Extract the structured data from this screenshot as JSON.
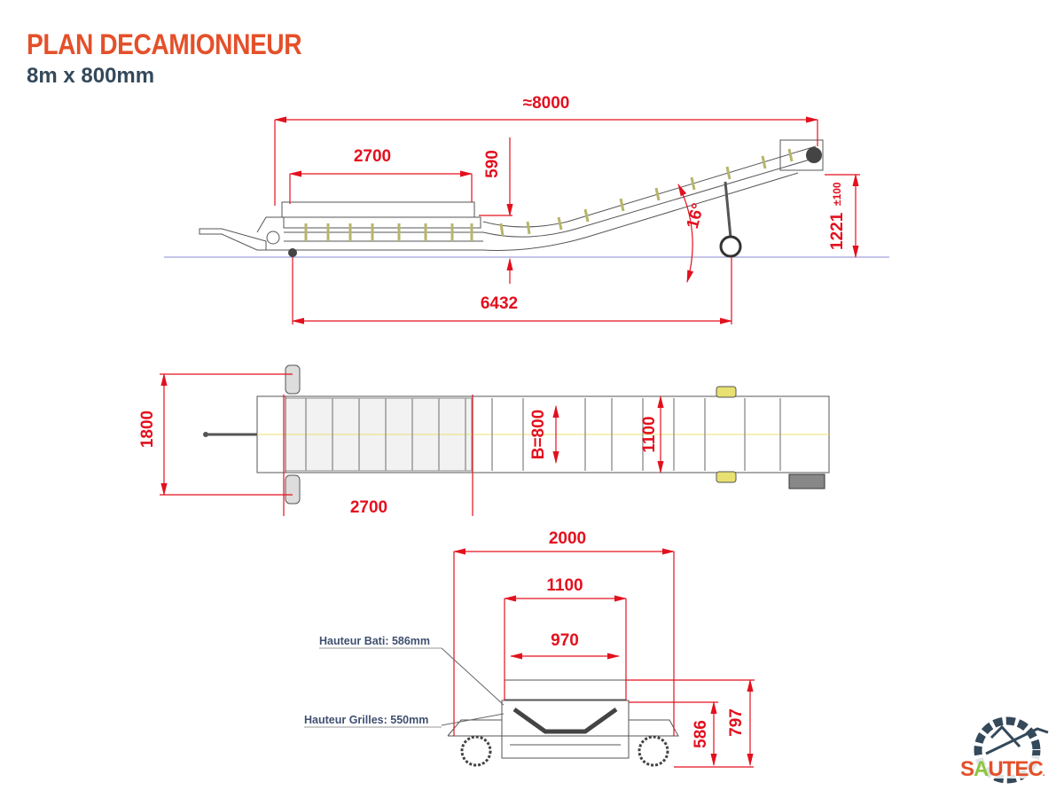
{
  "header": {
    "title": "PLAN DECAMIONNEUR",
    "subtitle": "8m x 800mm"
  },
  "side_view": {
    "overall_length": "≈8000",
    "hopper_length": "2700",
    "hopper_height": "590",
    "discharge_height": "1221",
    "discharge_tolerance": "±100",
    "incline_angle": "16°",
    "axle_distance": "6432"
  },
  "top_view": {
    "overall_width": "1800",
    "grid_length": "2700",
    "belt_width": "B=800",
    "frame_width": "1100"
  },
  "front_view": {
    "overall_width": "2000",
    "frame_width": "1100",
    "inner_width": "970",
    "frame_height": "586",
    "total_height": "797",
    "note_frame": "Hauteur Bati: 586mm",
    "note_grids": "Hauteur Grilles: 550mm"
  },
  "logo": {
    "text": "SAUTEC",
    "colors": {
      "orange": "#e4502a",
      "green": "#8dc63f",
      "slate": "#34495a"
    }
  }
}
